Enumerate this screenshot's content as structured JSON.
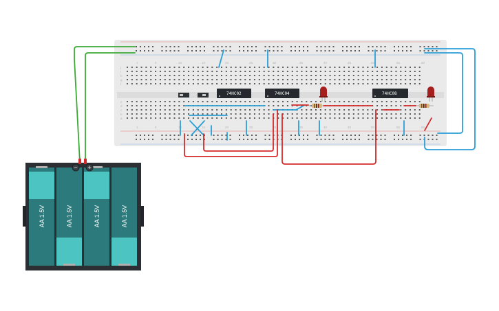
{
  "breadboard": {
    "column_numbers": [
      "1",
      "5",
      "10",
      "15",
      "20",
      "25",
      "30",
      "35",
      "40",
      "45",
      "50",
      "55",
      "60"
    ],
    "row_letters_top": [
      "j",
      "i",
      "h",
      "g",
      "f"
    ],
    "row_letters_bottom": [
      "e",
      "d",
      "c",
      "b",
      "a"
    ]
  },
  "chips": [
    {
      "label": "74HC02"
    },
    {
      "label": "74HC04"
    },
    {
      "label": "74HC08"
    }
  ],
  "battery": {
    "cells": [
      {
        "label": "AA 1.5V"
      },
      {
        "label": "AA 1.5V"
      },
      {
        "label": "AA 1.5V"
      },
      {
        "label": "AA 1.5V"
      }
    ],
    "negative_symbol": "−",
    "positive_symbol": "+"
  },
  "colors": {
    "breadboard": "#eaeaea",
    "rail_red": "#e7a0a0",
    "rail_blue": "#a5c6e6",
    "wire_red": "#d42a2a",
    "wire_blue": "#2a9fd6",
    "wire_green": "#3aaa35",
    "chip": "#262a2e",
    "led": "#a51f1f",
    "battery_case": "#2b2f33",
    "battery_cell": "#2c7a7b",
    "battery_highlight": "#4cc5c2"
  }
}
